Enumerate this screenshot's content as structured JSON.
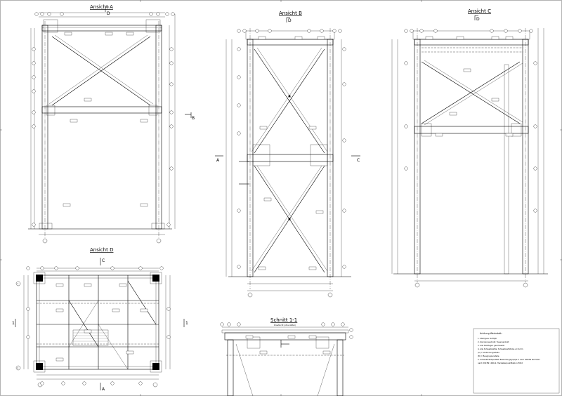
{
  "views": {
    "a": {
      "title": "Ansicht A",
      "section_mark": "D",
      "side_mark": "B"
    },
    "b": {
      "title": "Ansicht B",
      "section_mark": "D",
      "left_mark": "A",
      "right_mark": "C"
    },
    "c": {
      "title": "Ansicht C",
      "section_mark": "D"
    },
    "d": {
      "title": "Ansicht D",
      "top_mark": "C",
      "bottom_mark": "A",
      "left_mark": "1",
      "right_mark": "1"
    },
    "s": {
      "title": "Schnitt 1-1",
      "subtitle": "Draufsicht (ohne Gitter)"
    }
  },
  "notes": {
    "heading": "Achtung Werkstatt:",
    "items": [
      "1. Stahlguss: S235JR",
      "2. Korrosionsschutz: Feuerverzinkt",
      "3. Alle Stoßfugen geschweißt",
      "4. Alle Schweißnähte: Schweißnahtdicke a= 4mm",
      "   (A) = Verbindungsstelle",
      "   (B) = Baugruppenstelle",
      "5. Schweißnahtqualität: Bewertungsgruppe C nach DIN EN ISO 5817",
      "   nach DIN EN 1090-2, Herstellerqualifikation EXC2"
    ]
  },
  "axes": {
    "one": "1",
    "two": "2"
  }
}
